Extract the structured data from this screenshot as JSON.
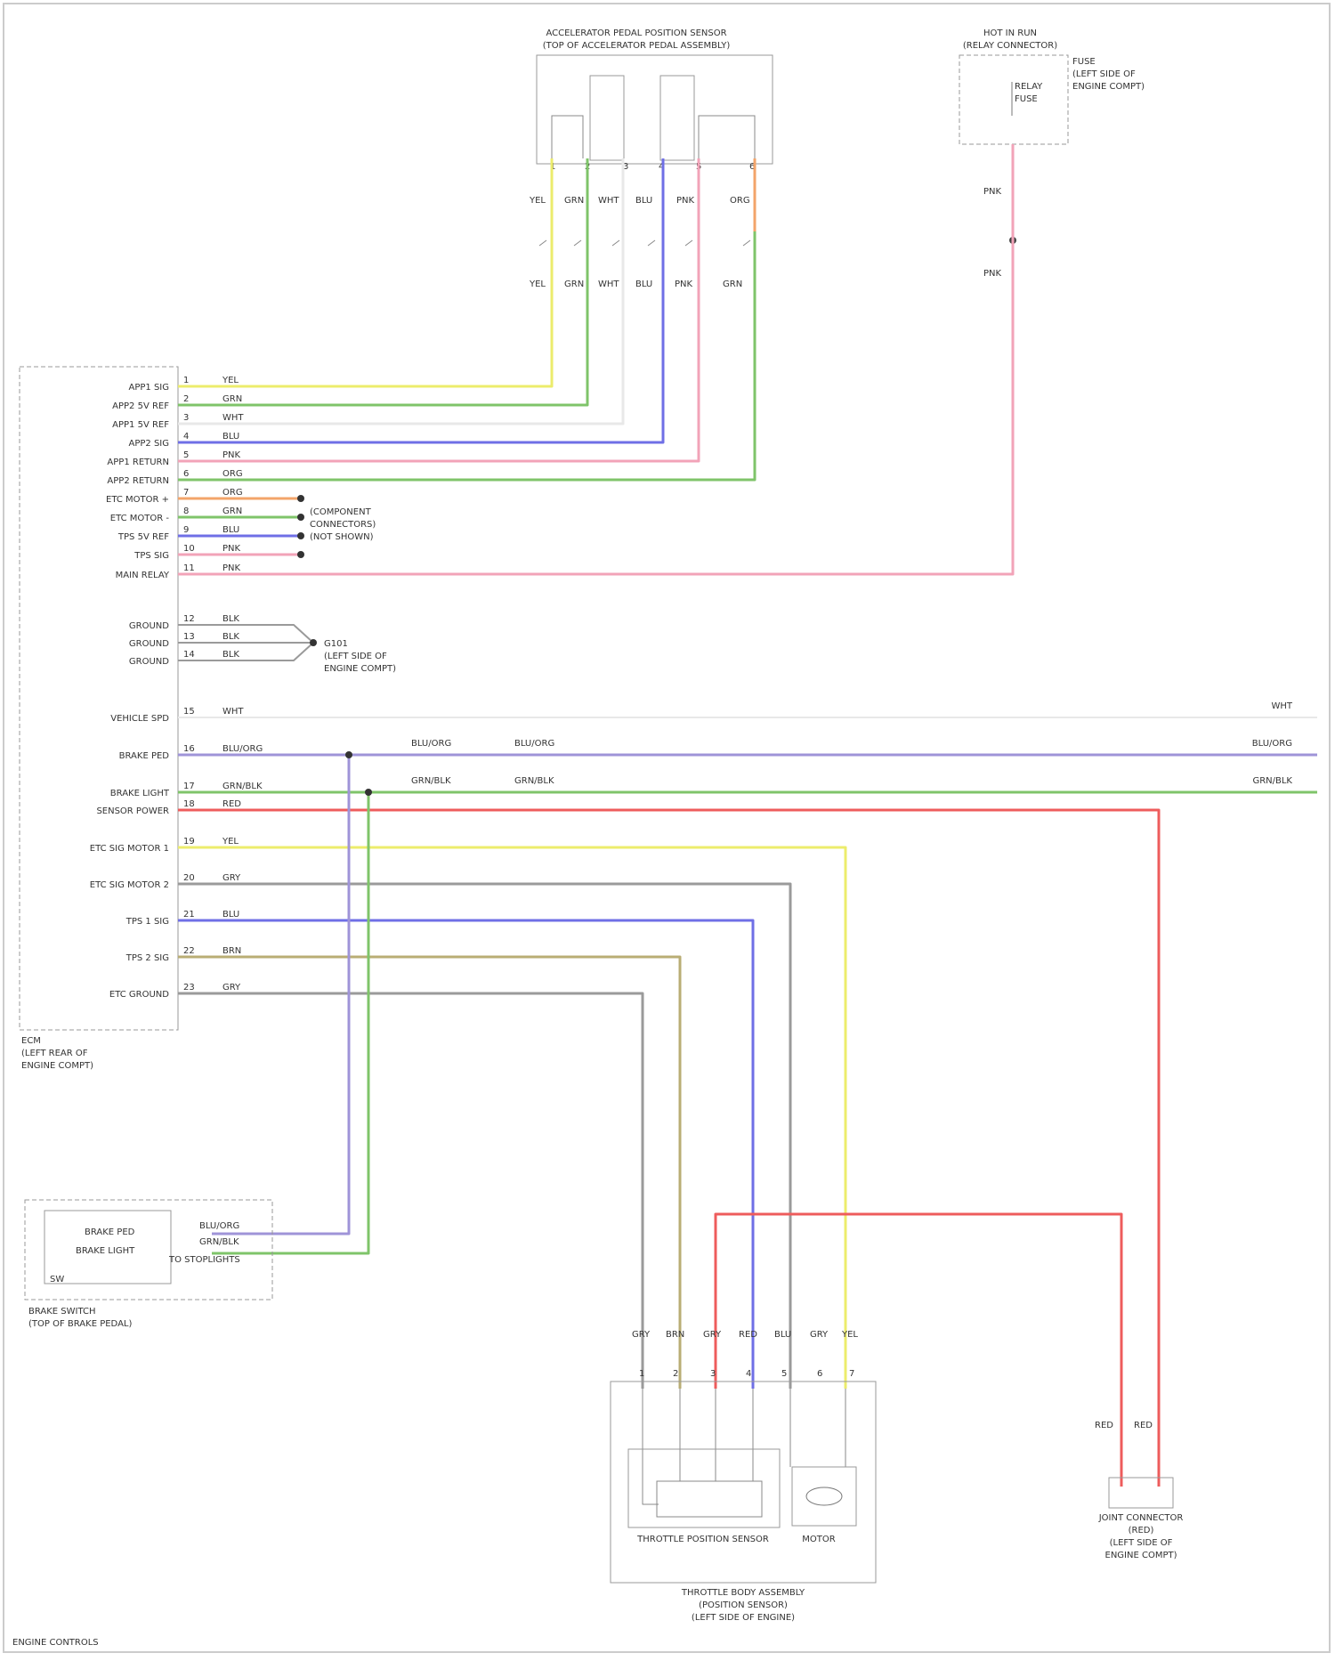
{
  "colors": {
    "yellow": "#ecec6c",
    "green": "#7fc46a",
    "blue": "#6f6fe6",
    "pink": "#f2a3b8",
    "orange": "#f3a46a",
    "red": "#ee5c5c",
    "gray": "#9a9a9a",
    "tan": "#b9ad74",
    "violet": "#9f94d8",
    "white": "#e8e8e8",
    "outline": "#999999"
  },
  "sensor_top": {
    "title_1": "ACCELERATOR PEDAL POSITION SENSOR",
    "title_2": "(TOP OF ACCELERATOR PEDAL ASSEMBLY)",
    "wire_labels_upper": [
      "YEL",
      "GRN",
      "WHT",
      "BLU",
      "PNK",
      "ORG"
    ],
    "wire_labels_lower": [
      "YEL",
      "GRN",
      "WHT",
      "BLU",
      "PNK",
      "GRN"
    ],
    "pins": [
      "1",
      "2",
      "3",
      "4",
      "5",
      "6"
    ]
  },
  "relay": {
    "title_1": "HOT IN RUN",
    "title_2": "(RELAY CONNECTOR)",
    "fuse_label": "FUSE",
    "inner": "RELAY",
    "note_1": "FUSE",
    "note_2": "(LEFT SIDE OF",
    "note_3": "ENGINE COMPT)",
    "wire_upper": "PNK",
    "wire_lower": "PNK"
  },
  "ecm": {
    "title_1": "ECM",
    "title_2": "(LEFT REAR OF",
    "title_3": "ENGINE COMPT)",
    "pins_upper": [
      {
        "name": "APP1 SIG",
        "pin": "1",
        "wire": "YEL"
      },
      {
        "name": "APP2 5V REF",
        "pin": "2",
        "wire": "GRN"
      },
      {
        "name": "APP1 5V REF",
        "pin": "3",
        "wire": "WHT"
      },
      {
        "name": "APP2 SIG",
        "pin": "4",
        "wire": "BLU"
      },
      {
        "name": "APP1 RETURN",
        "pin": "5",
        "wire": "PNK"
      },
      {
        "name": "APP2 RETURN",
        "pin": "6",
        "wire": "ORG"
      },
      {
        "name": "ETC MOTOR +",
        "pin": "7",
        "wire": "ORG"
      },
      {
        "name": "ETC MOTOR -",
        "pin": "8",
        "wire": "GRN"
      },
      {
        "name": "TPS 5V REF",
        "pin": "9",
        "wire": "BLU"
      },
      {
        "name": "TPS SIG",
        "pin": "10",
        "wire": "PNK"
      },
      {
        "name": "MAIN RELAY",
        "pin": "11",
        "wire": "PNK"
      }
    ],
    "splice_note": [
      "(COMPONENT",
      "CONNECTORS)",
      "(NOT SHOWN)"
    ],
    "grounds": [
      {
        "name": "GROUND",
        "pin": "12",
        "wire": "BLK"
      },
      {
        "name": "GROUND",
        "pin": "13",
        "wire": "BLK"
      },
      {
        "name": "GROUND",
        "pin": "14",
        "wire": "BLK"
      }
    ],
    "ground_note": [
      "G101",
      "(LEFT SIDE OF",
      "ENGINE COMPT)"
    ],
    "pins_lower": [
      {
        "name": "VEHICLE SPD",
        "pin": "15",
        "wire": "WHT"
      },
      {
        "name": "BRAKE PED",
        "pin": "16",
        "wire": "BLU/ORG"
      },
      {
        "name": "BRAKE LIGHT",
        "pin": "17",
        "wire": "GRN/BLK"
      },
      {
        "name": "SENSOR POWER",
        "pin": "18",
        "wire": "RED"
      },
      {
        "name": "ETC SIG MOTOR 1",
        "pin": "19",
        "wire": "YEL"
      },
      {
        "name": "ETC SIG MOTOR 2",
        "pin": "20",
        "wire": "GRY"
      },
      {
        "name": "TPS 1 SIG",
        "pin": "21",
        "wire": "BLU"
      },
      {
        "name": "TPS 2 SIG",
        "pin": "22",
        "wire": "BRN"
      },
      {
        "name": "ETC GROUND",
        "pin": "23",
        "wire": "GRY"
      }
    ],
    "right_labels": [
      "WHT",
      "BLU/ORG",
      "GRN/BLK"
    ],
    "mid_labels_bp": [
      "BLU/ORG",
      "BLU/ORG"
    ],
    "mid_labels_bl": [
      "GRN/BLK",
      "GRN/BLK"
    ]
  },
  "brake_switch": {
    "inner_1": "BRAKE PED",
    "inner_2": "BRAKE LIGHT",
    "label": "SW",
    "title_1": "BRAKE SWITCH",
    "title_2": "(TOP OF BRAKE PEDAL)",
    "wires": [
      "BLU/ORG",
      "GRN/BLK"
    ],
    "note": "TO STOPLIGHTS"
  },
  "throttle": {
    "wire_labels": [
      "GRY",
      "BRN",
      "GRY",
      "RED",
      "BLU",
      "GRY",
      "YEL"
    ],
    "pins": [
      "1",
      "2",
      "3",
      "4",
      "5",
      "6",
      "7"
    ],
    "sensor": "THROTTLE POSITION SENSOR",
    "motor": "MOTOR",
    "title_1": "THROTTLE BODY ASSEMBLY",
    "title_2": "(POSITION SENSOR)",
    "title_3": "(LEFT SIDE OF ENGINE)"
  },
  "joint_connector": {
    "wires": [
      "RED",
      "RED"
    ],
    "title_1": "JOINT CONNECTOR",
    "title_2": "(RED)",
    "title_3": "(LEFT SIDE OF",
    "title_4": "ENGINE COMPT)"
  },
  "footer": "ENGINE CONTROLS"
}
